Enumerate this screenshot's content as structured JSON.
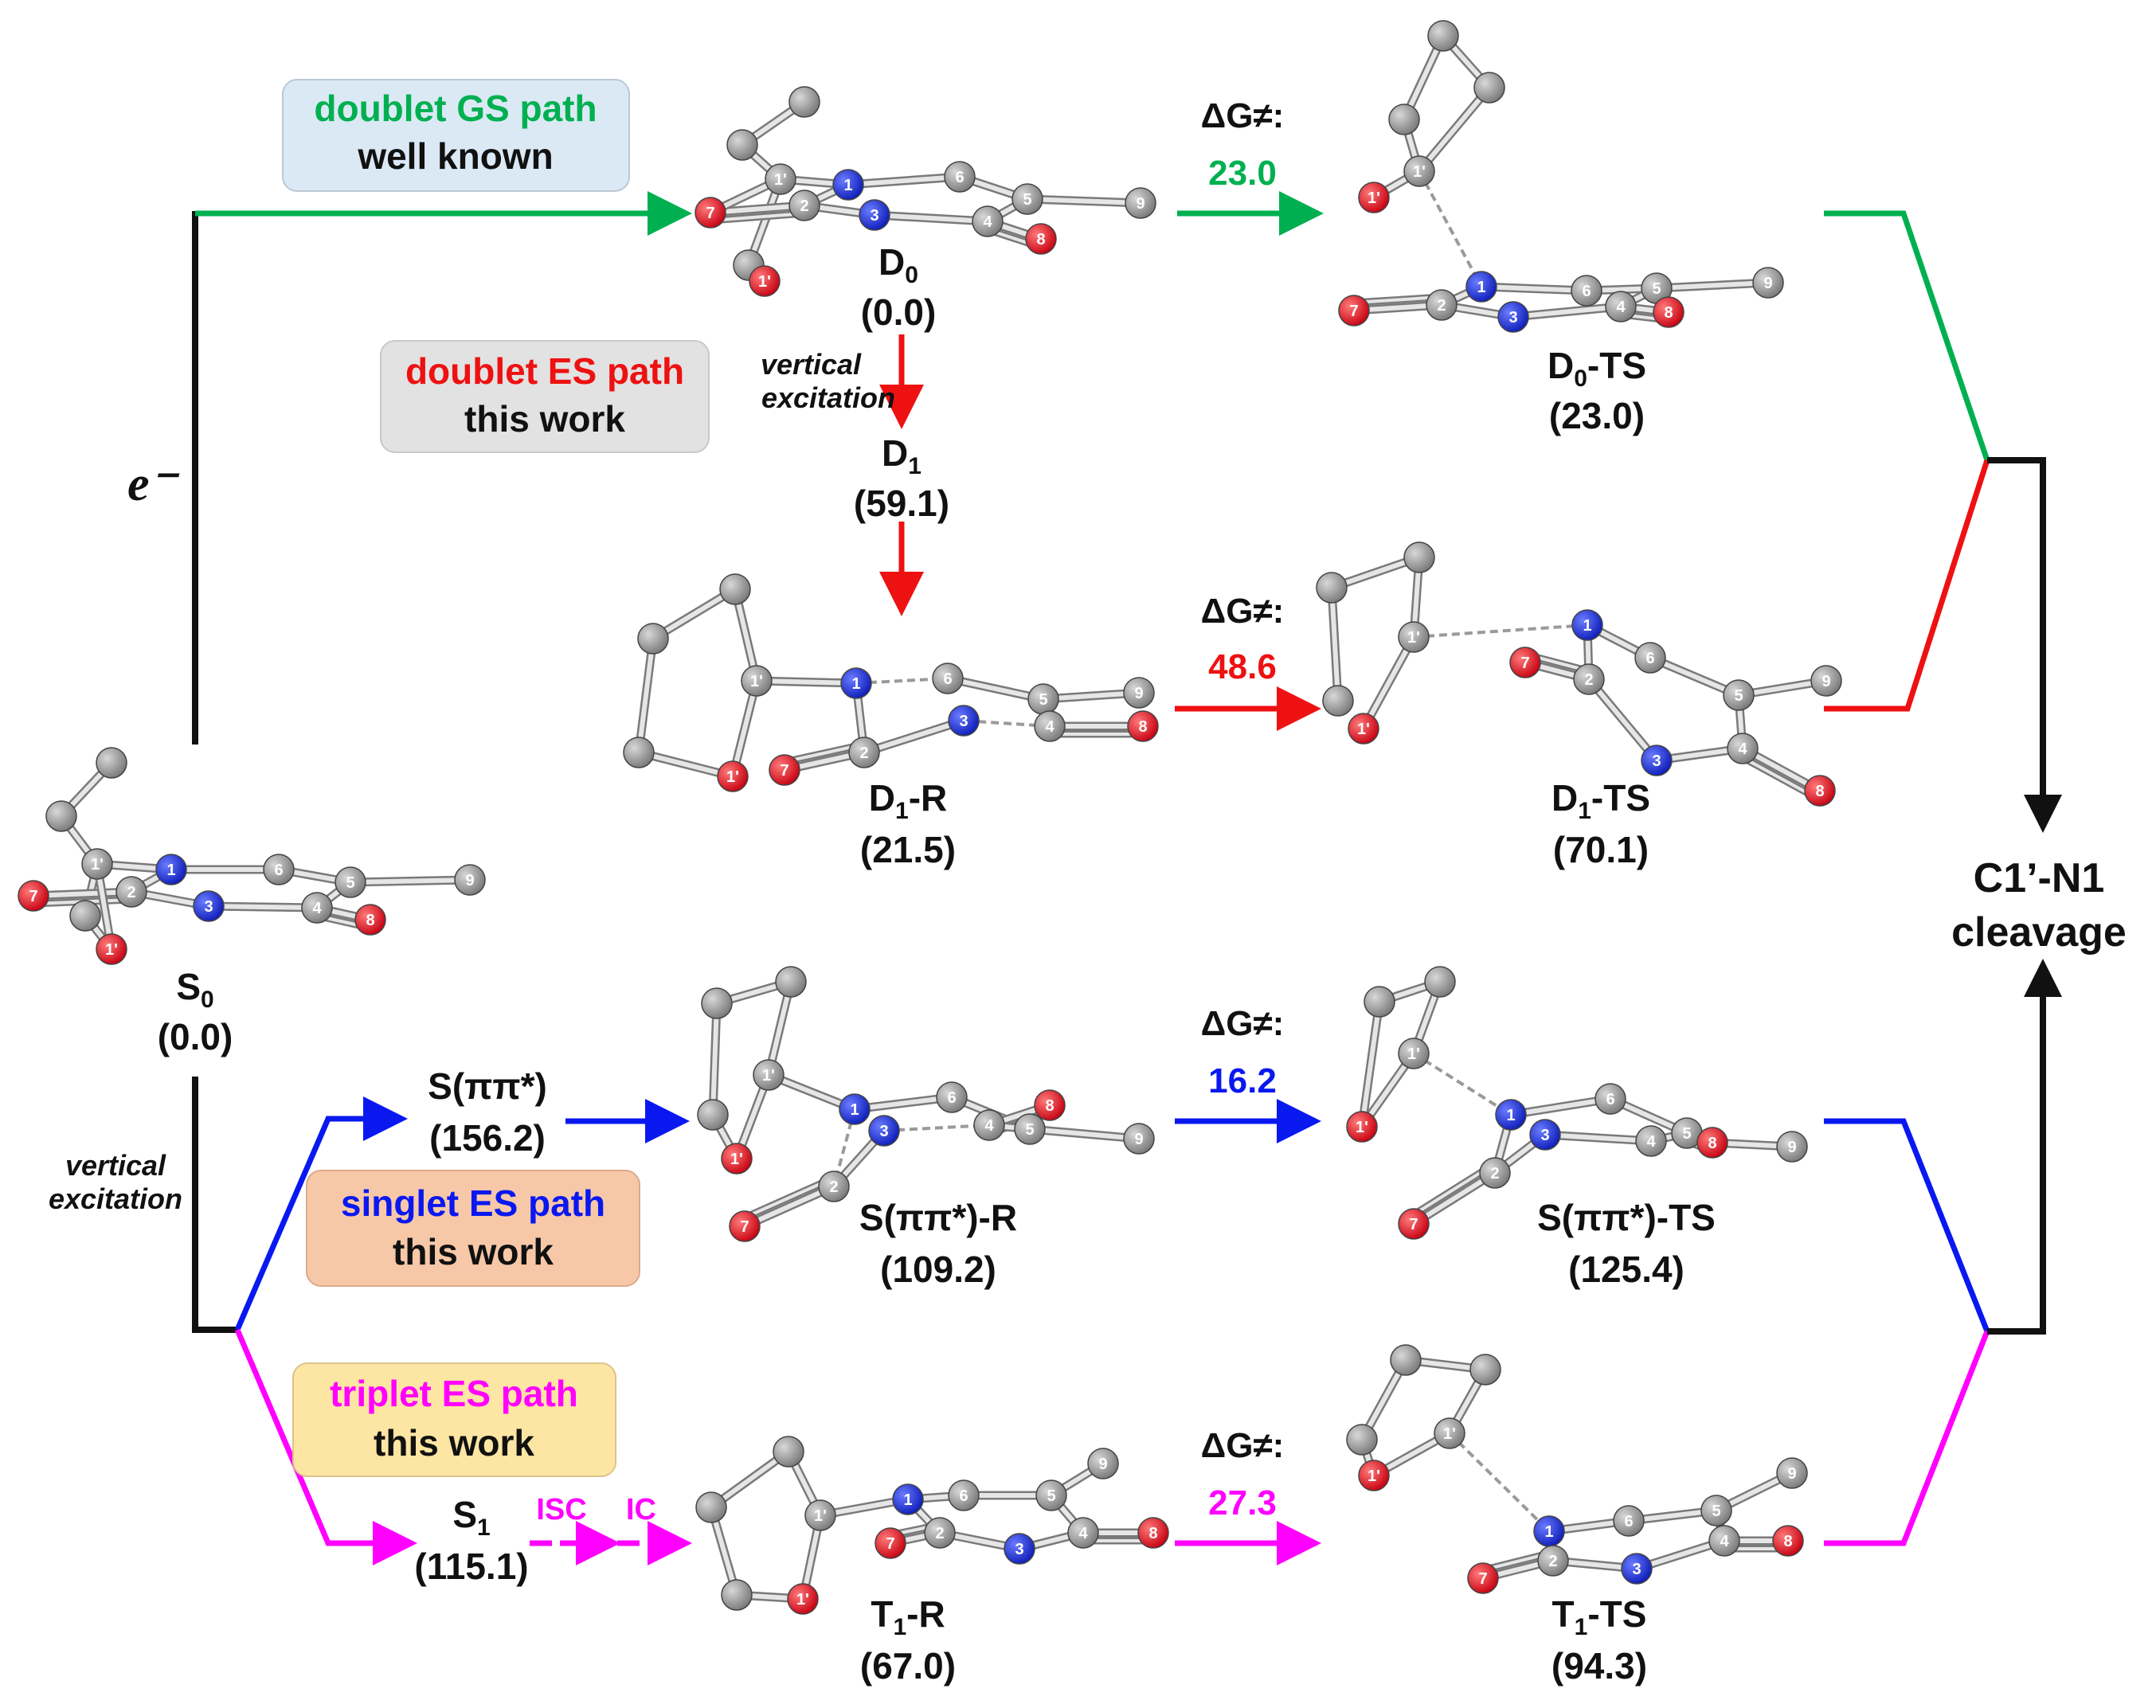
{
  "colors": {
    "green": "#00b050",
    "red": "#ee1111",
    "blue": "#0a18f0",
    "magenta": "#ff00ff",
    "black": "#111111",
    "atom_gray": "#8c8c8c",
    "atom_red": "#e60012",
    "atom_blue": "#1a2fd6"
  },
  "boxes": {
    "doublet_gs": {
      "title": "doublet GS path",
      "subtitle": "well known",
      "bg": "#dbe9f5"
    },
    "doublet_es": {
      "title": "doublet ES path",
      "subtitle": "this work",
      "bg": "#e2e2e2"
    },
    "singlet_es": {
      "title": "singlet ES path",
      "subtitle": "this work",
      "bg": "#f7c8a8"
    },
    "triplet_es": {
      "title": "triplet ES path",
      "subtitle": "this work",
      "bg": "#fde5a4"
    }
  },
  "labels": {
    "e_minus": "e⁻",
    "vertical_excitation_1a": "vertical",
    "vertical_excitation_1b": "excitation",
    "vertical_excitation_2a": "vertical",
    "vertical_excitation_2b": "excitation",
    "isc": "ISC",
    "ic": "IC",
    "cleavage_1": "C1’-N1",
    "cleavage_2": "cleavage",
    "dg": "ΔG≠:"
  },
  "states": {
    "s0": {
      "name": "S",
      "sub": "0",
      "suffix": "",
      "energy": "(0.0)"
    },
    "d0": {
      "name": "D",
      "sub": "0",
      "suffix": "",
      "energy": "(0.0)"
    },
    "d0ts": {
      "name": "D",
      "sub": "0",
      "suffix": "-TS",
      "energy": "(23.0)"
    },
    "d1": {
      "name": "D",
      "sub": "1",
      "suffix": "",
      "energy": "(59.1)"
    },
    "d1r": {
      "name": "D",
      "sub": "1",
      "suffix": "-R",
      "energy": "(21.5)"
    },
    "d1ts": {
      "name": "D",
      "sub": "1",
      "suffix": "-TS",
      "energy": "(70.1)"
    },
    "spp": {
      "name": "S(ππ*)",
      "energy": "(156.2)"
    },
    "sppr": {
      "name": "S(ππ*)-R",
      "energy": "(109.2)"
    },
    "sppts": {
      "name": "S(ππ*)-TS",
      "energy": "(125.4)"
    },
    "s1": {
      "name": "S",
      "sub": "1",
      "suffix": "",
      "energy": "(115.1)"
    },
    "t1r": {
      "name": "T",
      "sub": "1",
      "suffix": "-R",
      "energy": "(67.0)"
    },
    "t1ts": {
      "name": "T",
      "sub": "1",
      "suffix": "-TS",
      "energy": "(94.3)"
    }
  },
  "barriers": {
    "doublet_gs": "23.0",
    "doublet_es": "48.6",
    "singlet_es": "16.2",
    "triplet_es": "27.3"
  }
}
